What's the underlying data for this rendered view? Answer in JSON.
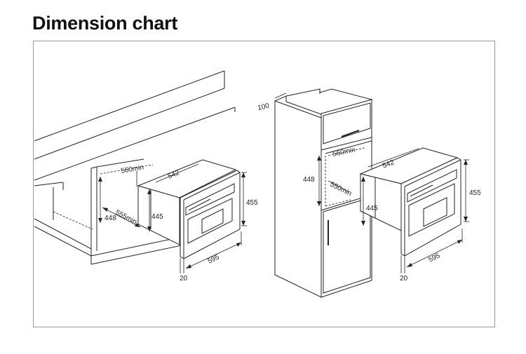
{
  "title": "Dimension chart",
  "left_diagram": {
    "depth_542": "542",
    "cutout_width_560": "560min",
    "cutout_depth_555": "555min",
    "cutout_height_448": "448",
    "body_height_445": "445",
    "front_height_455": "455",
    "front_width_595": "595",
    "front_thickness_20": "20"
  },
  "right_diagram": {
    "top_gap_100": "100",
    "cutout_width_560": "560min",
    "cutout_depth_550": "550min",
    "depth_542": "542",
    "cutout_height_448": "448",
    "body_height_445": "445",
    "front_height_455": "455",
    "front_width_595": "595",
    "front_thickness_20": "20"
  }
}
